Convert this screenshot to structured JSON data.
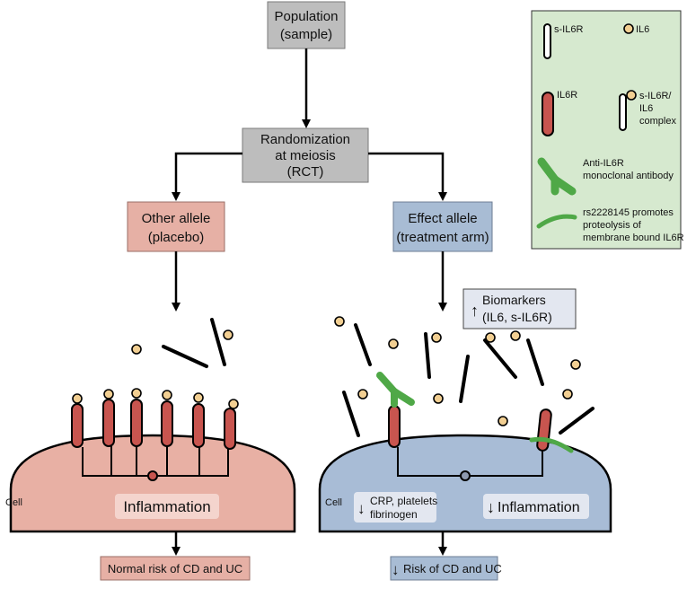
{
  "colors": {
    "box_gray": "#bdbdbd",
    "box_pink": "#e6b0a5",
    "box_blue": "#a8bcd4",
    "cell_pink": "#e8b0a4",
    "cell_blue": "#a8bcd6",
    "receptor_red": "#c8554f",
    "il6_fill": "#f2cf92",
    "antibody_green": "#4fa847",
    "legend_bg": "#d6e9cf",
    "inner_label_bg": "#eeeaea"
  },
  "flow": {
    "population_line1": "Population",
    "population_line2": "(sample)",
    "randomization_line1": "Randomization",
    "randomization_line2": "at meiosis",
    "randomization_line3": "(RCT)",
    "other_allele_line1": "Other allele",
    "other_allele_line2": "(placebo)",
    "effect_allele_line1": "Effect allele",
    "effect_allele_line2": "(treatment arm)"
  },
  "left_cell": {
    "cell_label": "Cell",
    "inflammation": "Inflammation",
    "outcome": "Normal risk of CD and UC"
  },
  "right_cell": {
    "cell_label": "Cell",
    "biomarkers_line1": "Biomarkers",
    "biomarkers_line2": "(IL6, s-IL6R)",
    "crp_line1": "CRP, platelets",
    "crp_line2": "fibrinogen",
    "inflammation": "Inflammation",
    "outcome": "Risk of CD and UC",
    "up_arrow": "↑",
    "down_arrow": "↓"
  },
  "legend": {
    "sil6r": "s-IL6R",
    "il6": "IL6",
    "il6r": "IL6R",
    "complex_line1": "s-IL6R/",
    "complex_line2": "IL6",
    "complex_line3": "complex",
    "antibody_line1": "Anti-IL6R",
    "antibody_line2": "monoclonal antibody",
    "rs_line1": "rs2228145 promotes",
    "rs_line2": "proteolysis of",
    "rs_line3": "membrane bound IL6R"
  }
}
